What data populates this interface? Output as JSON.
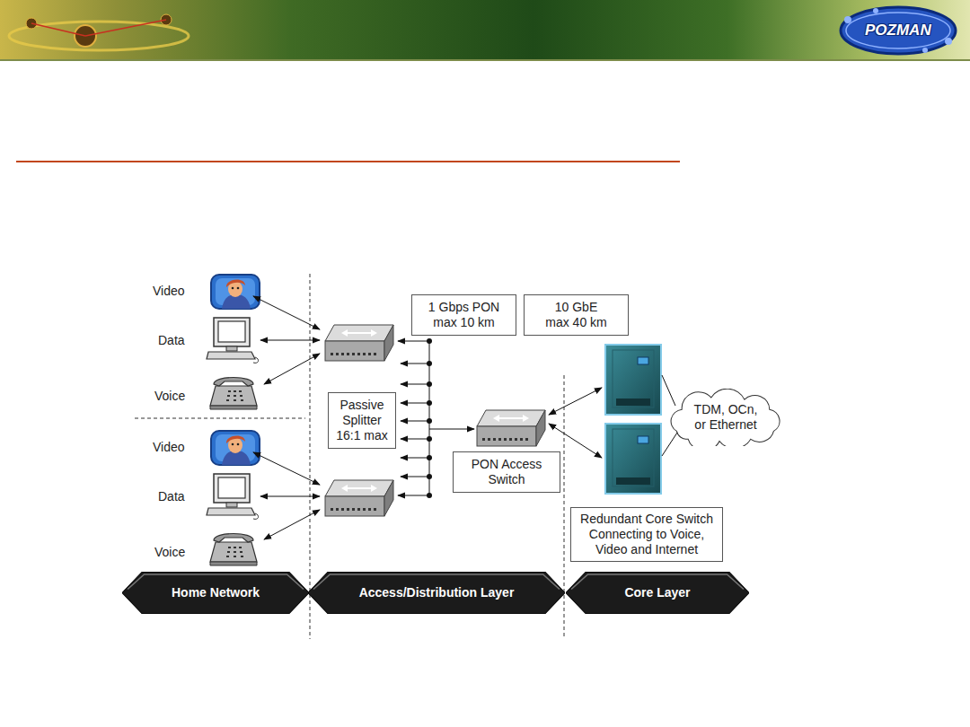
{
  "diagram": {
    "nodes": [
      {
        "text": [
          "1 Gbps PON max 10 km"
        ]
      },
      {
        "text": [
          "10 GbE max 40 km"
        ]
      },
      {
        "text": [
          "TDM, OCn, or Ethernet"
        ]
      },
      {
        "text": [
          "Passive Splitter 16:1 max"
        ]
      },
      {
        "text": [
          "PON Access Switch"
        ]
      },
      {
        "text": [
          "Redundant Core Switch Connecting to Voice, Video and Internet"
        ]
      },
      {
        "text": [
          "Home Network"
        ]
      },
      {
        "text": [
          "Access/Distribution Layer"
        ]
      },
      {
        "text": [
          "Core Layer"
        ]
      }
    ],
    "labels": [
      "POZMAN",
      "Video",
      "Data",
      "Voice",
      "Video",
      "Data",
      "Voice"
    ]
  }
}
